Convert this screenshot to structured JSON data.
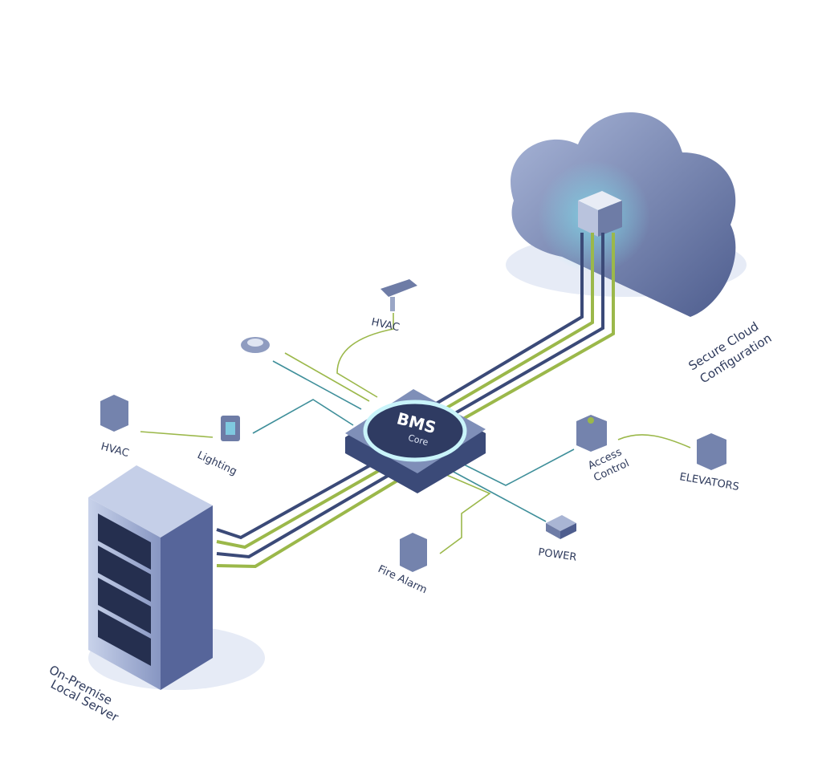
{
  "core": {
    "title": "BMS",
    "subtitle": "Core"
  },
  "cloud": {
    "line1": "Secure Cloud",
    "line2": "Configuration"
  },
  "server": {
    "line1": "On-Premise",
    "line2": "Local Server"
  },
  "devices": {
    "hvac_top": "HVAC",
    "hvac_left": "HVAC",
    "lighting": "Lighting",
    "access_1": "Access",
    "access_2": "Control",
    "elevators": "ELEVATORS",
    "power": "POWER",
    "fire_alarm": "Fire Alarm"
  },
  "colors": {
    "navy": "#3b4a78",
    "green": "#9bb84a",
    "teal": "#3f8f9a",
    "cloud": "#7f8fb8"
  }
}
